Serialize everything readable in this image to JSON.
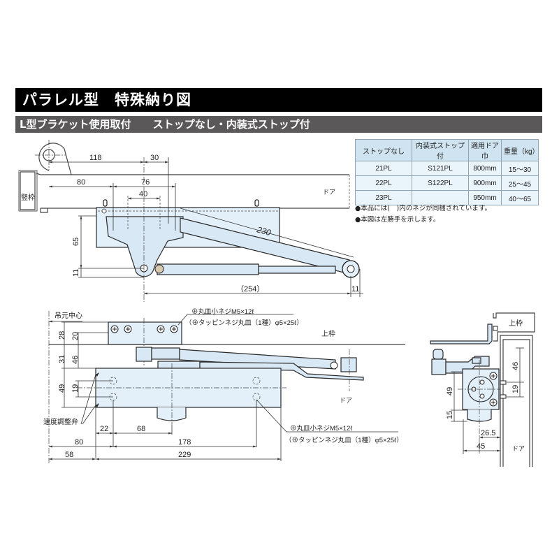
{
  "title": "パラレル型　特殊納り図",
  "subtitle": {
    "left": "L型ブラケット使用取付",
    "right": "ストップなし・内装式ストップ付"
  },
  "spec_table": {
    "headers": [
      "ストップなし",
      "内装式ストップ付",
      "適用ドア巾",
      "重量（kg）"
    ],
    "rows": [
      [
        "21PL",
        "S121PL",
        "800mm",
        "15～30"
      ],
      [
        "22PL",
        "S122PL",
        "900mm",
        "25～45"
      ],
      [
        "23PL",
        "",
        "950mm",
        "40～65"
      ]
    ]
  },
  "notes": [
    "●本品には(　)内のネジが同梱されています。",
    "●本図は左勝手を示します。"
  ],
  "colors": {
    "title_bg": "#000000",
    "subtitle_bg": "#5a5858",
    "part_fill": "#e3f0fa",
    "table_header_bg": "#cfe3f0"
  },
  "top_view": {
    "labels": {
      "jamb": "竪枠",
      "door": "ドア"
    },
    "dims": {
      "d118": "118",
      "d30": "30",
      "d80": "80",
      "d76": "76",
      "d40": "40",
      "d65": "65",
      "d11_left": "11",
      "d230": "230",
      "d254": "（254）",
      "d11_right": "11"
    }
  },
  "front_view": {
    "labels": {
      "hinge_center": "吊元中心",
      "head_frame": "上枠",
      "door": "ドア",
      "speed_valve": "速度調整弁",
      "screw_top_1": "⊕丸皿小ネジM5×12ℓ",
      "screw_top_2": "（⊕タッピンネジ丸皿（1種）φ5×25ℓ）",
      "screw_bottom_1": "⊕丸皿小ネジM5×12ℓ",
      "screw_bottom_2": "（⊕タッピンネジ丸皿（1種）φ5×25ℓ）"
    },
    "dims": {
      "d28": "28",
      "d20": "20",
      "d31": "31",
      "d46": "46",
      "d49": "49",
      "d19": "19",
      "d22": "22",
      "d68": "68",
      "d80": "80",
      "d178": "178",
      "d58": "58",
      "d229": "229"
    }
  },
  "side_view": {
    "labels": {
      "head_frame": "上枠",
      "door": "ドア"
    },
    "dims": {
      "d46": "46",
      "d19": "19",
      "d49": "49",
      "d15": "15",
      "d26_5": "26.5",
      "d45": "45"
    }
  }
}
